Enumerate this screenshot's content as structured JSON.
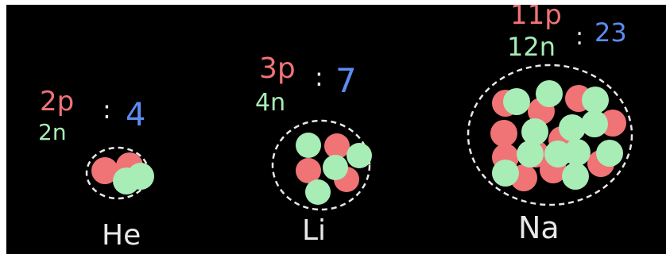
{
  "colors": {
    "proton": "#f07376",
    "neutron": "#a8ecb6",
    "mass": "#5b8cf0",
    "symbol": "#e8e8e8",
    "outline": "#e8e8e8",
    "background": "#000000"
  },
  "atoms": [
    {
      "symbol": "He",
      "protons_label": "2p",
      "neutrons_label": "2n",
      "colon": ":",
      "mass_number": "4",
      "protons": 2,
      "neutrons": 2
    },
    {
      "symbol": "Li",
      "protons_label": "3p",
      "neutrons_label": "4n",
      "colon": ":",
      "mass_number": "7",
      "protons": 3,
      "neutrons": 4
    },
    {
      "symbol": "Na",
      "protons_label": "11p",
      "neutrons_label": "12n",
      "colon": ":",
      "mass_number": "23",
      "protons": 11,
      "neutrons": 12
    }
  ]
}
